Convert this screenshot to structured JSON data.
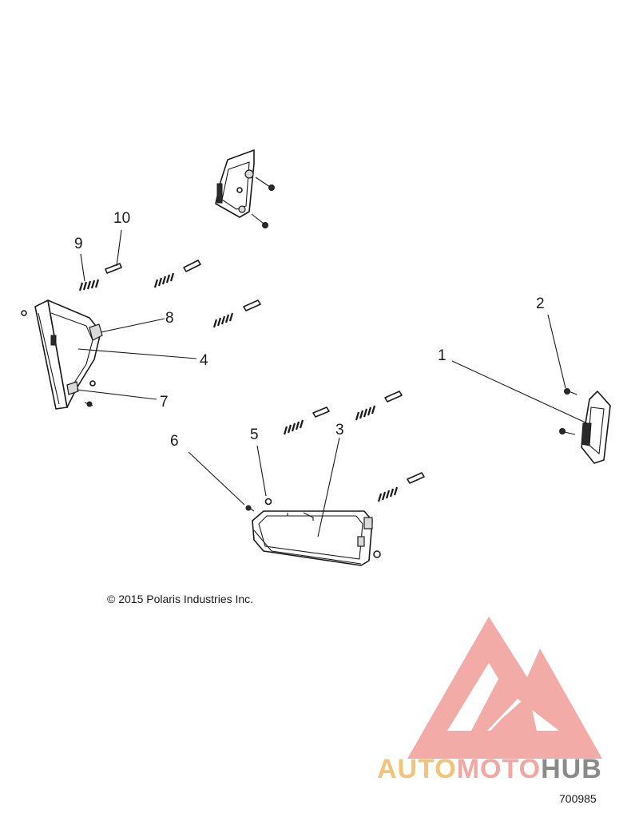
{
  "diagram": {
    "callouts": [
      "1",
      "2",
      "3",
      "4",
      "5",
      "6",
      "7",
      "8",
      "9",
      "10"
    ]
  },
  "copyright": "© 2015 Polaris Industries Inc.",
  "watermark": {
    "brand_part1": "AUTO",
    "brand_part2": "MOTO",
    "brand_part3": "HUB",
    "colors": {
      "logo_red": "#f2a7a2",
      "auto": "#f3c37a",
      "hub": "#8a8a8a"
    }
  },
  "document_number": "700985"
}
